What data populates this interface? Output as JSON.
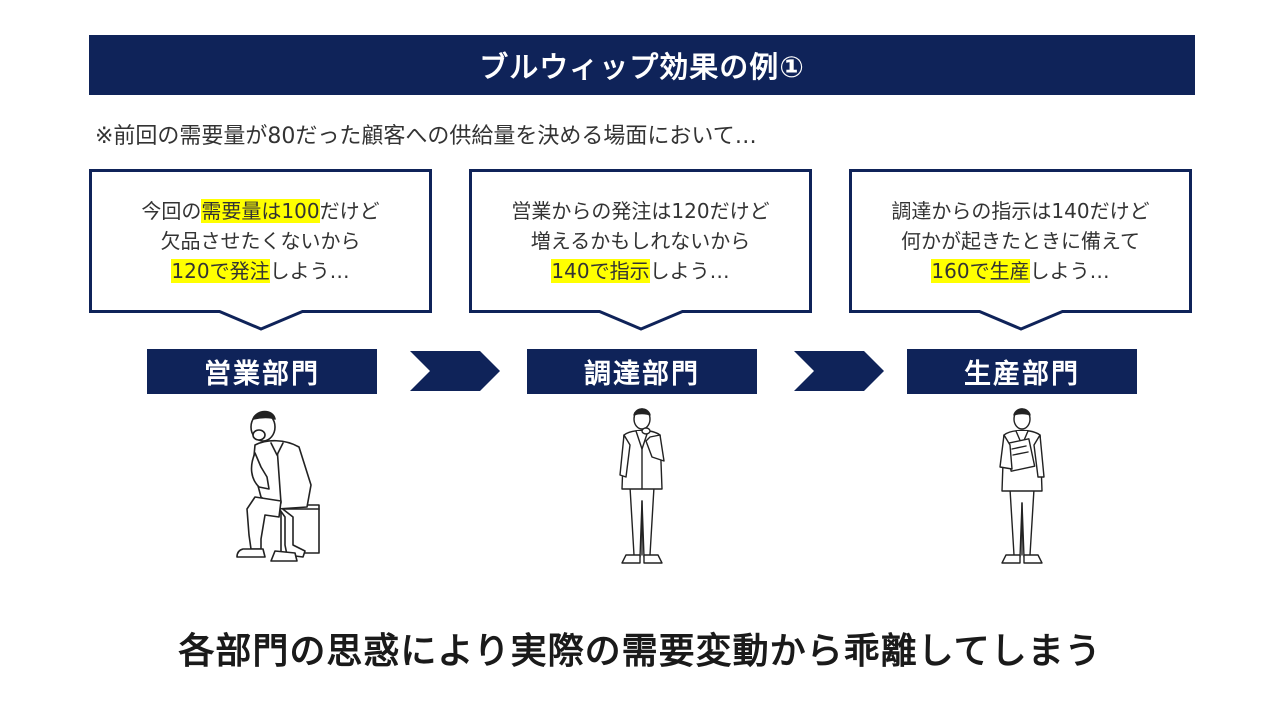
{
  "title": "ブルウィップ効果の例①",
  "subtitle": "※前回の需要量が80だった顧客への供給量を決める場面において…",
  "bubbles": [
    {
      "line1_a": "今回の",
      "line1_hl": "需要量は100",
      "line1_b": "だけど",
      "line2": "欠品させたくないから",
      "line3_hl": "120で発注",
      "line3_b": "しよう…"
    },
    {
      "line1": "営業からの発注は120だけど",
      "line2": "増えるかもしれないから",
      "line3_hl": "140で指示",
      "line3_b": "しよう…"
    },
    {
      "line1": "調達からの指示は140だけど",
      "line2": "何かが起きたときに備えて",
      "line3_hl": "160で生産",
      "line3_b": "しよう…"
    }
  ],
  "departments": [
    "営業部門",
    "調達部門",
    "生産部門"
  ],
  "conclusion": "各部門の思惑により実際の需要変動から乖離してしまう",
  "colors": {
    "navy": "#0f2359",
    "highlight": "#ffff00"
  },
  "icons": [
    "chevron-right-icon",
    "sitting-thinking-person-icon",
    "standing-thinking-person-icon",
    "person-holding-clipboard-icon"
  ]
}
